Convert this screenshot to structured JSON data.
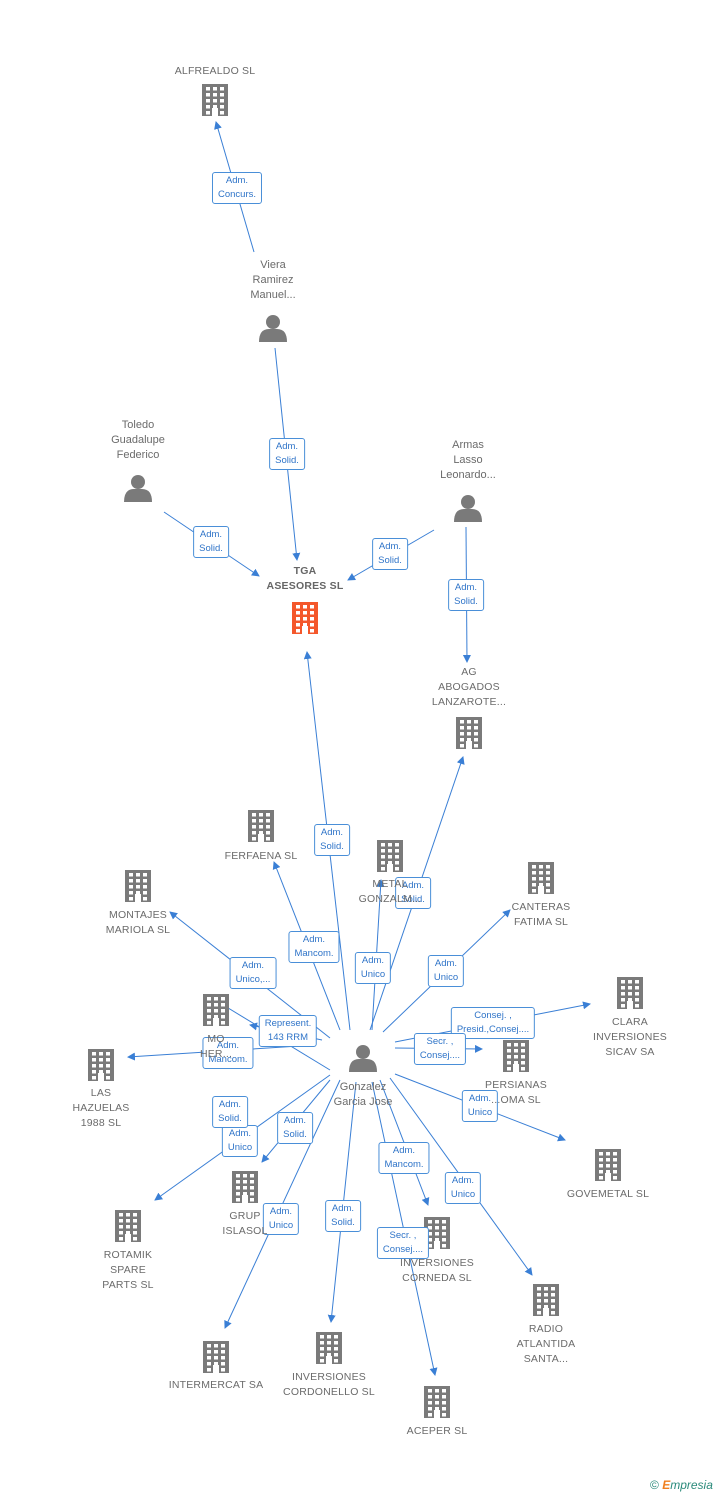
{
  "colors": {
    "edge": "#3a7fd5",
    "building": "#7a7a7a",
    "main_building": "#f4572b",
    "person": "#7a7a7a"
  },
  "nodes": [
    {
      "id": "alfrealdo",
      "label": "ALFREALDO SL",
      "type": "company"
    },
    {
      "id": "viera",
      "label": "Viera\nRamirez\nManuel...",
      "type": "person"
    },
    {
      "id": "toledo",
      "label": "Toledo\nGuadalupe\nFederico",
      "type": "person"
    },
    {
      "id": "armas",
      "label": "Armas\nLasso\nLeonardo...",
      "type": "person"
    },
    {
      "id": "tga",
      "label": "TGA\nASESORES SL",
      "type": "main"
    },
    {
      "id": "ag",
      "label": "AG\nABOGADOS\nLANZAROTE...",
      "type": "company"
    },
    {
      "id": "ferfaena",
      "label": "FERFAENA SL",
      "type": "company"
    },
    {
      "id": "metal",
      "label": "METAL\nGONZALM...",
      "type": "company"
    },
    {
      "id": "canteras",
      "label": "CANTERAS\nFATIMA SL",
      "type": "company"
    },
    {
      "id": "montajes",
      "label": "MONTAJES\nMARIOLA  SL",
      "type": "company"
    },
    {
      "id": "mo",
      "label": "MO\nHER...",
      "type": "company"
    },
    {
      "id": "clara",
      "label": "CLARA\nINVERSIONES\nSICAV SA",
      "type": "company"
    },
    {
      "id": "las",
      "label": "LAS\nHAZUELAS\n1988 SL",
      "type": "company"
    },
    {
      "id": "gonzalez",
      "label": "Gonzalez\nGarcia Jose",
      "type": "person"
    },
    {
      "id": "persianas",
      "label": "PERSIANAS\n...OMA SL",
      "type": "company"
    },
    {
      "id": "govemetal",
      "label": "GOVEMETAL SL",
      "type": "company"
    },
    {
      "id": "grup",
      "label": "GRUP\nISLASOL",
      "type": "company"
    },
    {
      "id": "rotamik",
      "label": "ROTAMIK\nSPARE\nPARTS SL",
      "type": "company"
    },
    {
      "id": "corneda",
      "label": "INVERSIONES\nCORNEDA SL",
      "type": "company"
    },
    {
      "id": "radio",
      "label": "RADIO\nATLANTIDA\nSANTA...",
      "type": "company"
    },
    {
      "id": "intermercat",
      "label": "INTERMERCAT SA",
      "type": "company"
    },
    {
      "id": "cordonello",
      "label": "INVERSIONES\nCORDONELLO SL",
      "type": "company"
    },
    {
      "id": "aceper",
      "label": "ACEPER SL",
      "type": "company"
    }
  ],
  "edges": [
    {
      "from": "viera",
      "to": "alfrealdo",
      "label": "Adm.\nConcurs."
    },
    {
      "from": "viera",
      "to": "tga",
      "label": "Adm.\nSolid."
    },
    {
      "from": "toledo",
      "to": "tga",
      "label": "Adm.\nSolid."
    },
    {
      "from": "armas",
      "to": "tga",
      "label": "Adm.\nSolid."
    },
    {
      "from": "armas",
      "to": "ag",
      "label": "Adm.\nSolid."
    },
    {
      "from": "gonzalez",
      "to": "tga",
      "label": "Adm.\nSolid."
    },
    {
      "from": "gonzalez",
      "to": "ag",
      "label": "Adm.\nSolid."
    },
    {
      "from": "gonzalez",
      "to": "ferfaena",
      "label": "Adm.\nMancom."
    },
    {
      "from": "gonzalez",
      "to": "metal",
      "label": "Adm.\nUnico"
    },
    {
      "from": "gonzalez",
      "to": "canteras",
      "label": "Adm.\nUnico"
    },
    {
      "from": "gonzalez",
      "to": "montajes",
      "label": "Adm.\nUnico,..."
    },
    {
      "from": "gonzalez",
      "to": "mo",
      "label": "Represent.\n143 RRM"
    },
    {
      "from": "gonzalez",
      "to": "clara",
      "label": "Consej. ,\nPresid.,Consej...."
    },
    {
      "from": "gonzalez",
      "to": "las",
      "label": "Adm.\nMancom."
    },
    {
      "from": "gonzalez",
      "to": "persianas",
      "label": "Secr. ,\nConsej...."
    },
    {
      "from": "gonzalez",
      "to": "govemetal",
      "label": "Adm.\nUnico"
    },
    {
      "from": "gonzalez",
      "to": "grup",
      "label": "Adm.\nSolid."
    },
    {
      "from": "gonzalez",
      "to": "rotamik",
      "label": "Adm.\nUnico"
    },
    {
      "from": "gonzalez",
      "to": "las",
      "label": "Adm.\nSolid."
    },
    {
      "from": "gonzalez",
      "to": "corneda",
      "label": "Adm.\nMancom."
    },
    {
      "from": "gonzalez",
      "to": "radio",
      "label": "Adm.\nUnico"
    },
    {
      "from": "gonzalez",
      "to": "intermercat",
      "label": "Adm.\nUnico"
    },
    {
      "from": "gonzalez",
      "to": "cordonello",
      "label": "Adm.\nSolid."
    },
    {
      "from": "gonzalez",
      "to": "aceper",
      "label": "Secr. ,\nConsej...."
    }
  ],
  "footer": {
    "copyright": "©",
    "brand_first": "E",
    "brand_rest": "mpresia"
  }
}
